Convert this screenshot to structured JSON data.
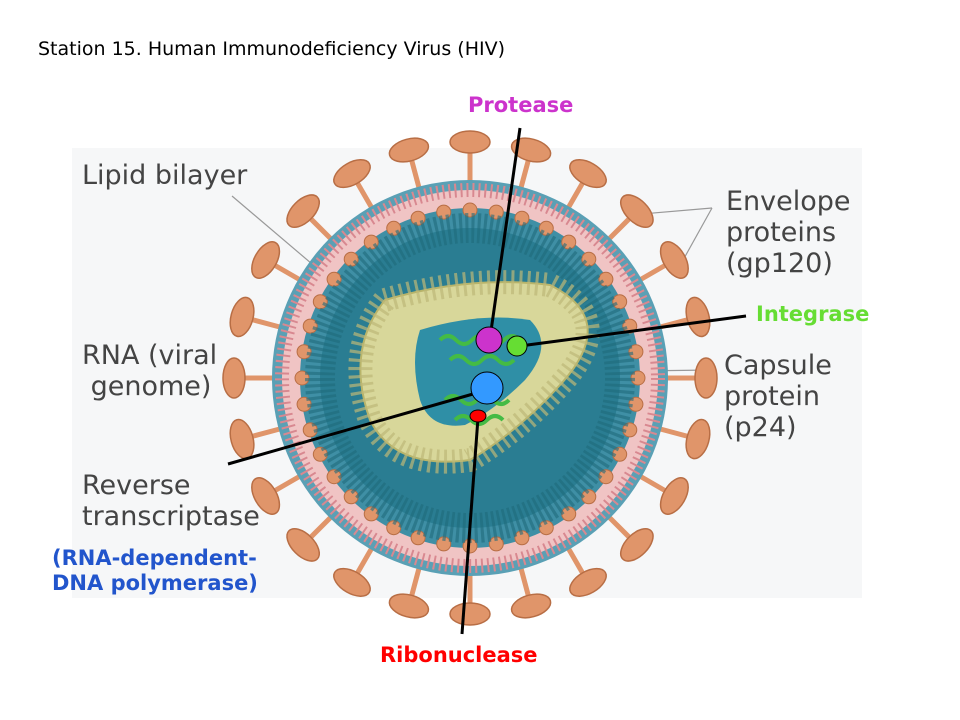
{
  "title": "Station 15. Human Immunodeficiency Virus (HIV)",
  "diagram_labels": {
    "lipid_bilayer": "Lipid bilayer",
    "envelope": "Envelope\nproteins\n(gp120)",
    "rna": "RNA (viral\n genome)",
    "capsule": "Capsule\nprotein\n(p24)",
    "reverse_transcriptase": "Reverse\ntranscriptase"
  },
  "enzyme_labels": {
    "protease": "Protease",
    "integrase": "Integrase",
    "rna_dependent": "(RNA-dependent-\nDNA polymerase)",
    "ribonuclease": "Ribonuclease"
  },
  "colors": {
    "protease": "#cc33cc",
    "integrase": "#66dd33",
    "reverse_transcriptase": "#3399ff",
    "ribonuclease": "#ff0000",
    "rna_dependent_label": "#2255cc",
    "envelope_protein": "#e0956a",
    "capsid_blue": "#2d8a9a",
    "core_yellow": "#dedc9a",
    "rna_green": "#44bb44"
  }
}
